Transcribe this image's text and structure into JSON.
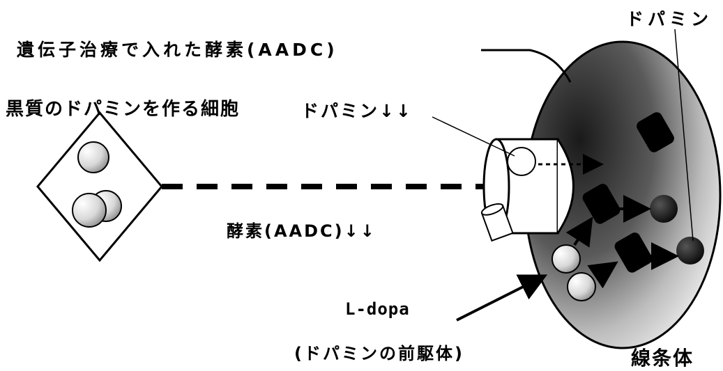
{
  "labels": {
    "enzyme_gene_therapy": "遺伝子治療で入れた酵素(AADC)",
    "dopamine_top": "ドパミン",
    "substantia_nigra_cells": "黒質のドパミンを作る細胞",
    "dopamine_decreased": "ドパミン↓↓",
    "enzyme_decreased": "酵素(AADC)↓↓",
    "ldopa": "L-dopa",
    "dopamine_precursor": "(ドパミンの前駆体)",
    "striatum": "線条体"
  },
  "colors": {
    "line": "#000000",
    "background": "#ffffff",
    "shade": "#3a3a3a"
  }
}
